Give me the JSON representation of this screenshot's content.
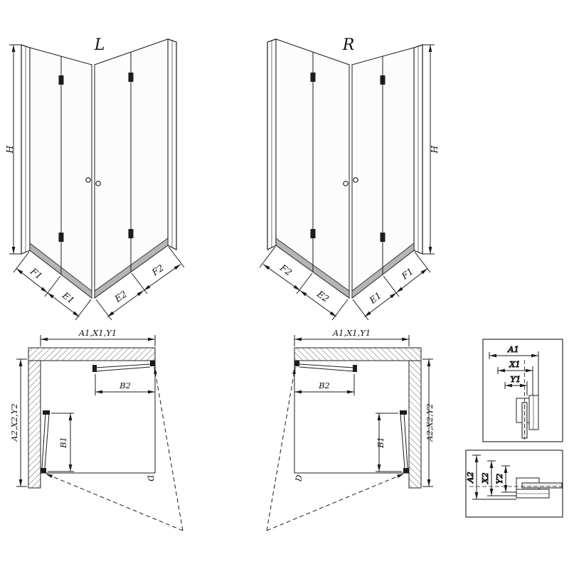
{
  "views": {
    "left": {
      "title": "L",
      "h": "H",
      "f1": "F1",
      "e1": "E1",
      "e2": "E2",
      "f2": "F2"
    },
    "right": {
      "title": "R",
      "h": "H",
      "f1": "F1",
      "e1": "E1",
      "e2": "E2",
      "f2": "F2"
    }
  },
  "plans": {
    "left": {
      "width": "A1,X1,Y1",
      "depth": "A2,X2,Y2",
      "b2": "B2",
      "b1": "B1",
      "d": "D"
    },
    "right": {
      "width": "A1,X1,Y1",
      "depth": "A2,X2,Y2",
      "b2": "B2",
      "b1": "B1",
      "d": "D"
    }
  },
  "details": {
    "h": {
      "a": "A1",
      "x": "X1",
      "y": "Y1"
    },
    "v": {
      "a": "A2",
      "x": "X2",
      "y": "Y2"
    }
  }
}
